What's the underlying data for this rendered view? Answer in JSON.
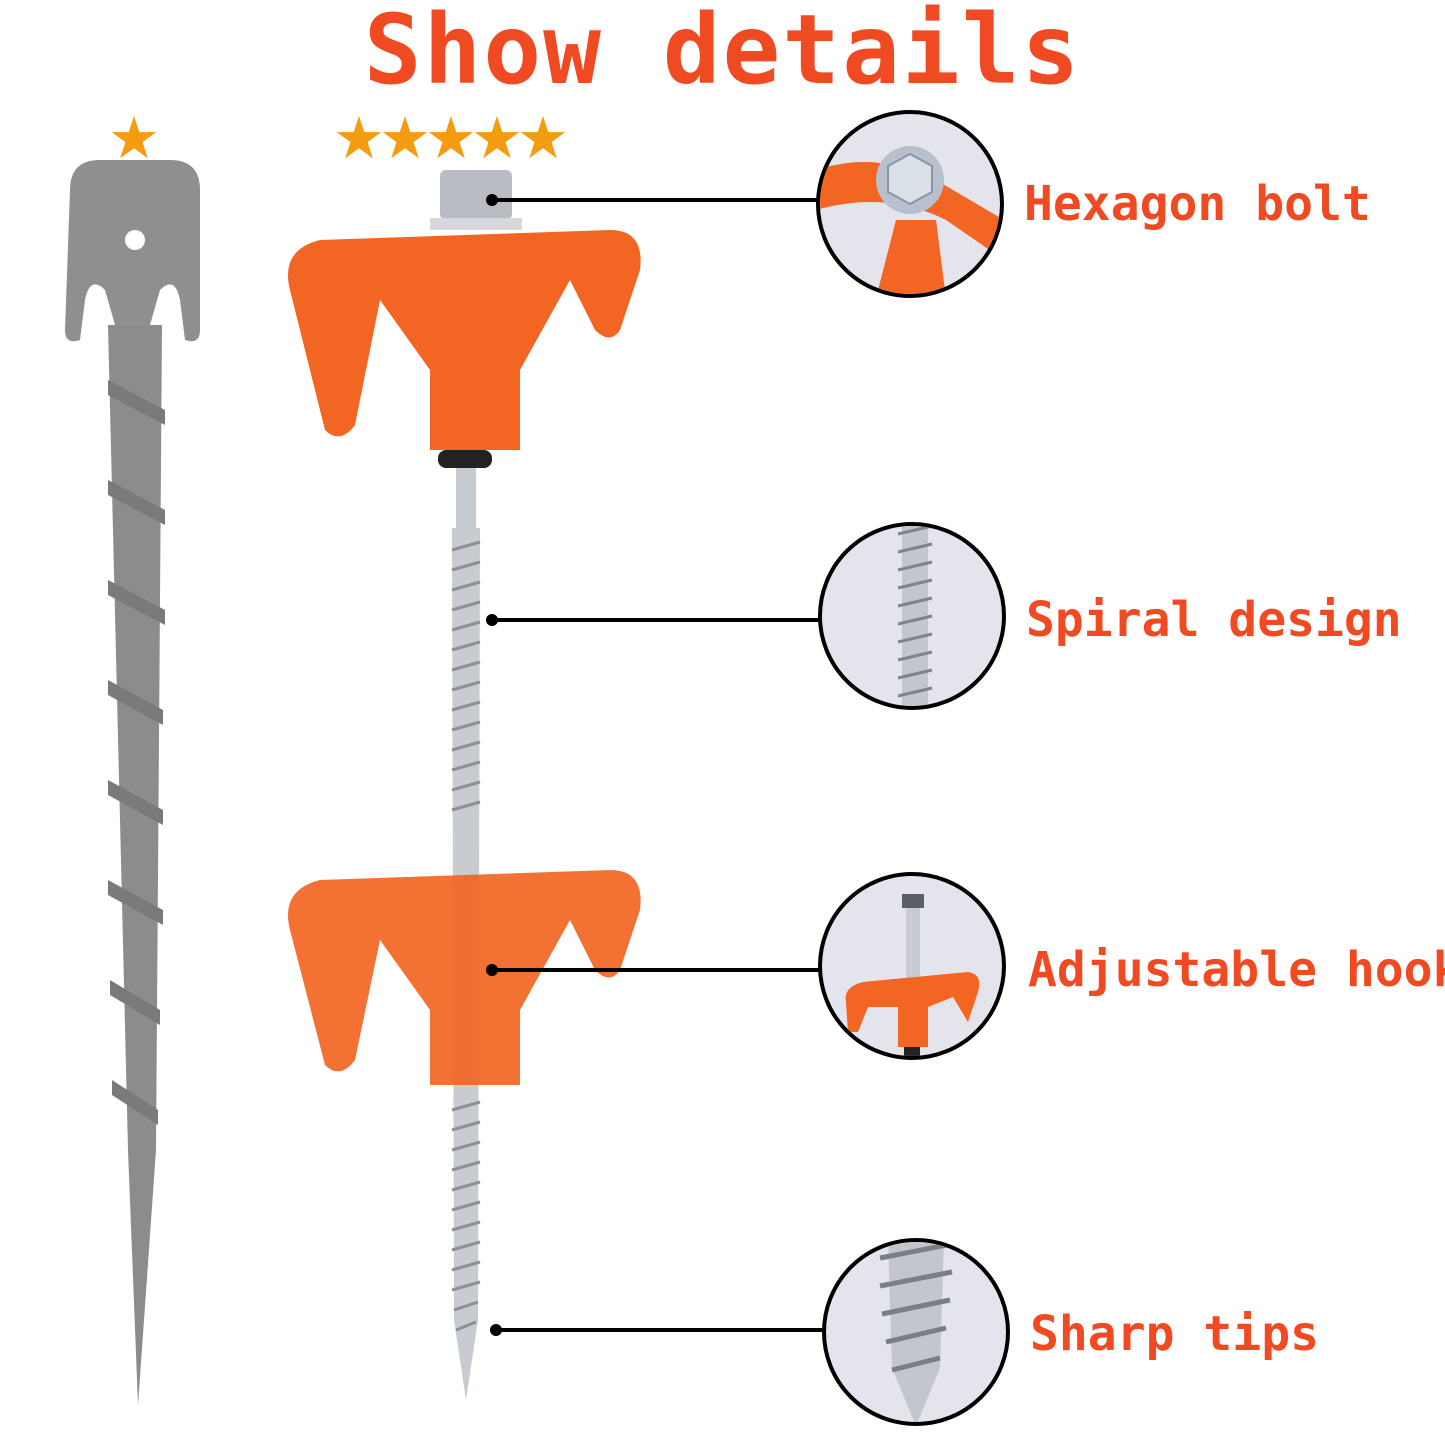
{
  "title": "Show details",
  "ratings": {
    "left_stars": "★",
    "right_stars": "★★★★★",
    "left_count": 1,
    "right_count": 5
  },
  "features": [
    {
      "label": "Hexagon bolt",
      "icon": "hexagon-bolt-closeup"
    },
    {
      "label": "Spiral design",
      "icon": "spiral-thread-closeup"
    },
    {
      "label": "Adjustable hook",
      "icon": "adjustable-hook-closeup"
    },
    {
      "label": "Sharp tips",
      "icon": "sharp-tip-closeup"
    }
  ],
  "colors": {
    "title": "#f04a23",
    "labels": "#f04a23",
    "stars": "#f39c12",
    "hook_orange": "#f26522",
    "competitor_gray": "#8c8c8c",
    "steel": "#c8cbd0"
  }
}
